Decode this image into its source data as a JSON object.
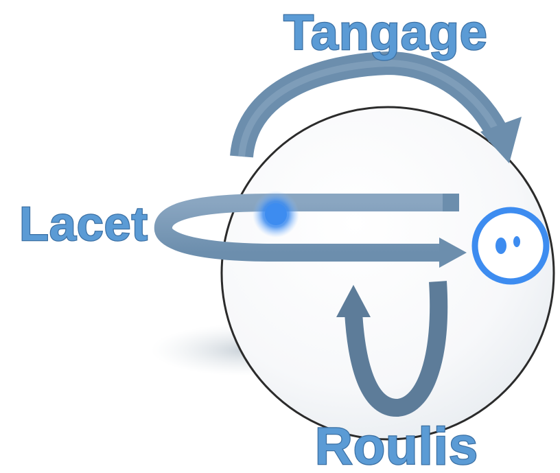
{
  "labels": {
    "pitch": "Tangage",
    "yaw": "Lacet",
    "roll": "Roulis"
  },
  "colors": {
    "arrow": "#6c8ead",
    "arrow_dark": "#5d7c99",
    "label_fill": "#5b9bd5",
    "label_stroke": "#3a6fa3",
    "accent_blue": "#3d8cf0",
    "sphere_outline": "#2b2b2b",
    "shadow": "#cfd6dc"
  },
  "icons": [
    "sphere-robot-icon",
    "sphero-logo-icon"
  ]
}
